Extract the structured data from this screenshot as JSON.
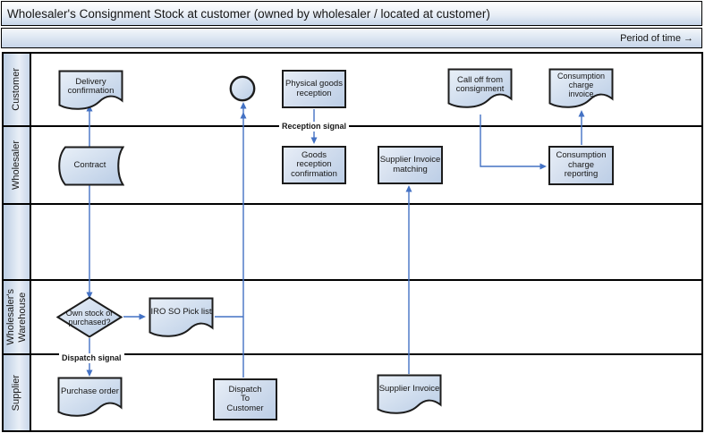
{
  "header": {
    "title": "Wholesaler's Consignment Stock at customer (owned by wholesaler / located at customer)",
    "period_label": "Period of time →"
  },
  "lanes": [
    {
      "label": "Customer"
    },
    {
      "label": "Wholesaler"
    },
    {
      "label": ""
    },
    {
      "label": "Wholesaler's\nWarehouse"
    },
    {
      "label": "Supplier"
    }
  ],
  "nodes": {
    "delivery_confirmation": {
      "label": "Delivery\nconfirmation",
      "shape": "document",
      "lane": "Customer"
    },
    "start_circle": {
      "label": "",
      "shape": "circle",
      "lane": "Customer"
    },
    "physical_goods_reception": {
      "label": "Physical goods\nreception",
      "shape": "process",
      "lane": "Customer"
    },
    "call_off_from_consignment": {
      "label": "Call off from\nconsignment",
      "shape": "document",
      "lane": "Customer"
    },
    "consumption_charge_invoice": {
      "label": "Consumption\ncharge\ninvoice",
      "shape": "document",
      "lane": "Customer"
    },
    "contract": {
      "label": "Contract",
      "shape": "stored-data",
      "lane": "Wholesaler"
    },
    "goods_reception_confirmation": {
      "label": "Goods reception\nconfirmation",
      "shape": "process",
      "lane": "Wholesaler"
    },
    "supplier_invoice_matching": {
      "label": "Supplier Invoice\nmatching",
      "shape": "process",
      "lane": "Wholesaler"
    },
    "consumption_charge_reporting": {
      "label": "Consumption\ncharge reporting",
      "shape": "process",
      "lane": "Wholesaler"
    },
    "own_stock_or_purchased": {
      "label": "Own stock or\npurchased?",
      "shape": "decision",
      "lane": "Wholesaler's Warehouse"
    },
    "iro_so_pick_list": {
      "label": "IRO SO Pick list",
      "shape": "document",
      "lane": "Wholesaler's Warehouse"
    },
    "purchase_order": {
      "label": "Purchase order",
      "shape": "document",
      "lane": "Supplier"
    },
    "dispatch_to_customer": {
      "label": "Dispatch\nTo\nCustomer",
      "shape": "process",
      "lane": "Supplier"
    },
    "supplier_invoice": {
      "label": "Supplier Invoice",
      "shape": "document",
      "lane": "Supplier"
    }
  },
  "edge_labels": {
    "reception_signal": "Reception signal",
    "dispatch_signal": "Dispatch signal"
  },
  "colors": {
    "connector_blue": "#4472c4",
    "shape_border": "#1c1c1c",
    "shape_fill_light": "#e7eef7",
    "shape_fill_dark": "#bccee6",
    "lane_fill": "#cfdcec"
  }
}
